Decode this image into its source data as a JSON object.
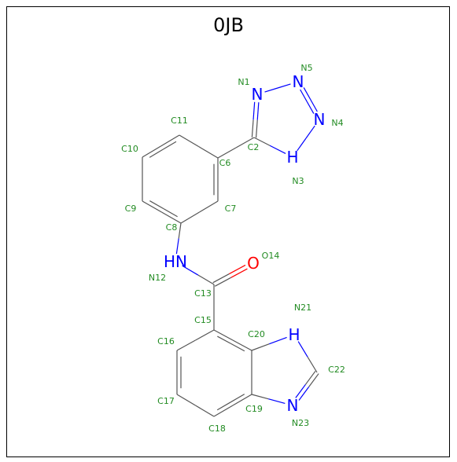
{
  "title": "0JB",
  "colors": {
    "carbon_label": "#228b22",
    "nitrogen": "#0000ff",
    "oxygen": "#ff0000",
    "bond": "#555555"
  },
  "atoms": [
    {
      "id": "N1",
      "element": "N",
      "symbol": "N"
    },
    {
      "id": "N5",
      "element": "N",
      "symbol": "N"
    },
    {
      "id": "N4",
      "element": "N",
      "symbol": "N"
    },
    {
      "id": "N3",
      "element": "N",
      "symbol": "H"
    },
    {
      "id": "C2",
      "element": "C",
      "symbol": ""
    },
    {
      "id": "C11",
      "element": "C",
      "symbol": ""
    },
    {
      "id": "C10",
      "element": "C",
      "symbol": ""
    },
    {
      "id": "C6",
      "element": "C",
      "symbol": ""
    },
    {
      "id": "C9",
      "element": "C",
      "symbol": ""
    },
    {
      "id": "C7",
      "element": "C",
      "symbol": ""
    },
    {
      "id": "C8",
      "element": "C",
      "symbol": ""
    },
    {
      "id": "N12",
      "element": "N",
      "symbol": "HN"
    },
    {
      "id": "O14",
      "element": "O",
      "symbol": "O"
    },
    {
      "id": "C13",
      "element": "C",
      "symbol": ""
    },
    {
      "id": "N21",
      "element": "N",
      "symbol": "H"
    },
    {
      "id": "C15",
      "element": "C",
      "symbol": ""
    },
    {
      "id": "C20",
      "element": "C",
      "symbol": ""
    },
    {
      "id": "C16",
      "element": "C",
      "symbol": ""
    },
    {
      "id": "C22",
      "element": "C",
      "symbol": ""
    },
    {
      "id": "C17",
      "element": "C",
      "symbol": ""
    },
    {
      "id": "C19",
      "element": "C",
      "symbol": ""
    },
    {
      "id": "N23",
      "element": "N",
      "symbol": "N"
    },
    {
      "id": "C18",
      "element": "C",
      "symbol": ""
    }
  ],
  "labels": [
    "N1",
    "N5",
    "N4",
    "N3",
    "C2",
    "C11",
    "C10",
    "C6",
    "C9",
    "C7",
    "C8",
    "N12",
    "O14",
    "C13",
    "N21",
    "C15",
    "C20",
    "C16",
    "C22",
    "C17",
    "C19",
    "N23",
    "C18"
  ]
}
